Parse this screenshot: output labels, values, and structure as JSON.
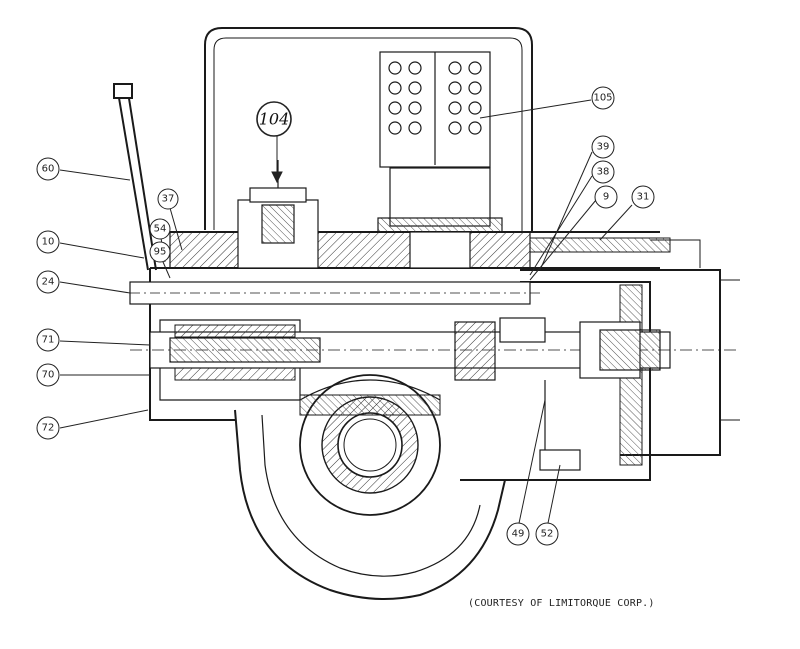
{
  "figure": {
    "callouts": {
      "c104": "104",
      "c105": "105",
      "c39": "39",
      "c38": "38",
      "c9": "9",
      "c31": "31",
      "c60": "60",
      "c37": "37",
      "c54": "54",
      "c95": "95",
      "c10": "10",
      "c24": "24",
      "c71": "71",
      "c70": "70",
      "c72": "72",
      "c49": "49",
      "c52": "52"
    },
    "credit": "(COURTESY OF LIMITORQUE CORP.)"
  }
}
